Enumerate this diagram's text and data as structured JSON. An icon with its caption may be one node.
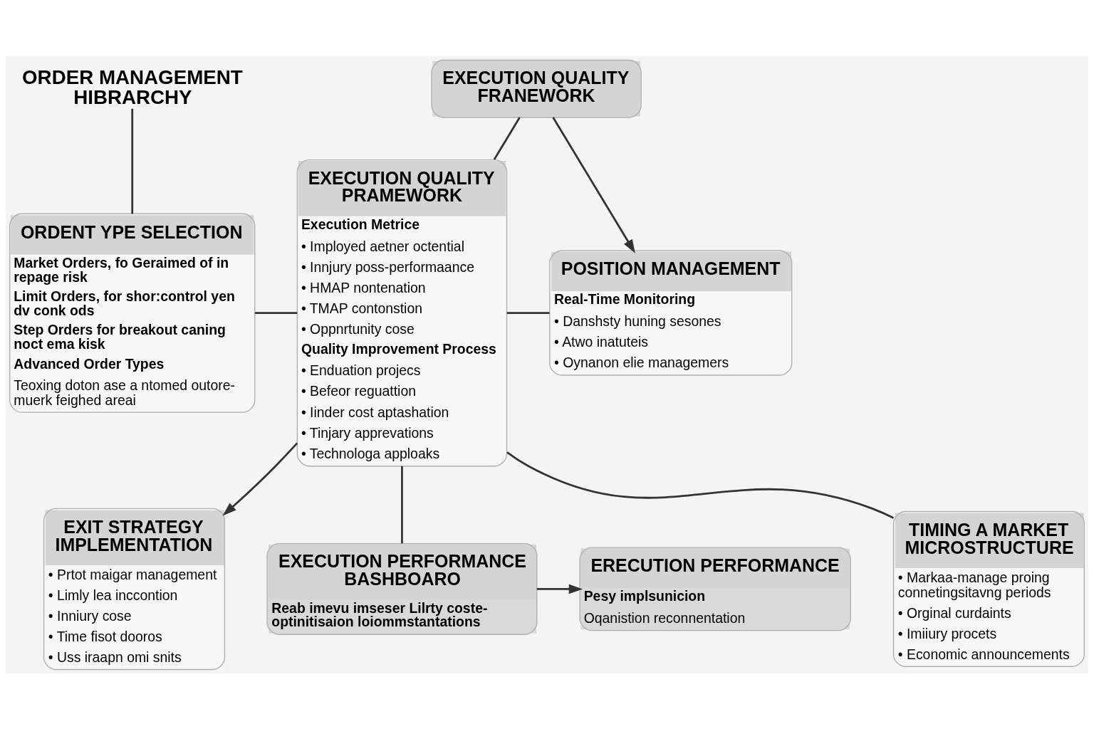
{
  "diagram": {
    "nodes": [
      {
        "text": [
          "ORDER MANAGEMENT HIBRARCHY"
        ]
      },
      {
        "text": [
          "EXECUTION QUALITY FRANEWORK"
        ]
      },
      {
        "text": [
          "ORDENT YPE SELECTION",
          "Market Orders, fo Geraimed of in repage risk",
          "Limit Orders, for shor:control yen dv conk ods",
          "Step Orders for breakout caning noct ema kisk",
          "Advanced Order Types",
          "Teoxing doton ase a ntomed outore- muerk feighed areai"
        ]
      },
      {
        "text": [
          "EXECUTION QUALITY PRAMEWORK",
          "Execution Metrice",
          "• Imployed aetner octential",
          "• Innjury poss-performaance",
          "• HMAP nontenation",
          "• TMAP contonstion",
          "• Oppnrtunity cose",
          "Quality Improvement Process",
          "• Enduation projecs",
          "• Befeor reguattion",
          "• Iinder cost aptashation",
          "• Tinjary apprevations",
          "• Technologa apploaks"
        ]
      },
      {
        "text": [
          "POSITION MANAGEMENT",
          "Real-Time Monitoring",
          "• Danshsty huning sesones",
          "• Atwo inatuteis",
          "• Oynanon elie managemers"
        ]
      },
      {
        "text": [
          "TIMING A MARKET MICROSTRUCTURE",
          "• Markaa-manage proing connetingsitavng periods",
          "• Orginal curdaints",
          "• Imiiury procets",
          "• Economic announcements"
        ]
      },
      {
        "text": [
          "EXIT STRATEGY IMPLEMENTATION",
          "• Prtot maigar management",
          "• Limly lea inccontion",
          "• Inniury cose",
          "• Time fisot dooros",
          "• Uss iraapn omi snits"
        ]
      },
      {
        "text": [
          "EXECUTION PERFORMANCE BASHBOARO",
          "Reab imevu imseser Lilrty coste- optinitisaion loiommstantations"
        ]
      },
      {
        "text": [
          "ERECUTION PERFORMANCE",
          "Pesy implsunicion",
          "Oqanistion reconnentation"
        ]
      }
    ],
    "edges": [
      {
        "from": 0,
        "to": 2,
        "arrow": "none"
      },
      {
        "from": 1,
        "to": 3,
        "arrow": "none"
      },
      {
        "from": 1,
        "to": 4,
        "arrow": "to"
      },
      {
        "from": 2,
        "to": 3,
        "arrow": "none"
      },
      {
        "from": 5,
        "to": 3,
        "arrow": "none"
      },
      {
        "from": 3,
        "to": 4,
        "arrow": "none"
      },
      {
        "from": 3,
        "to": 6,
        "arrow": "to"
      },
      {
        "from": 3,
        "to": 7,
        "arrow": "none"
      },
      {
        "from": 7,
        "to": 8,
        "arrow": "to"
      }
    ]
  }
}
